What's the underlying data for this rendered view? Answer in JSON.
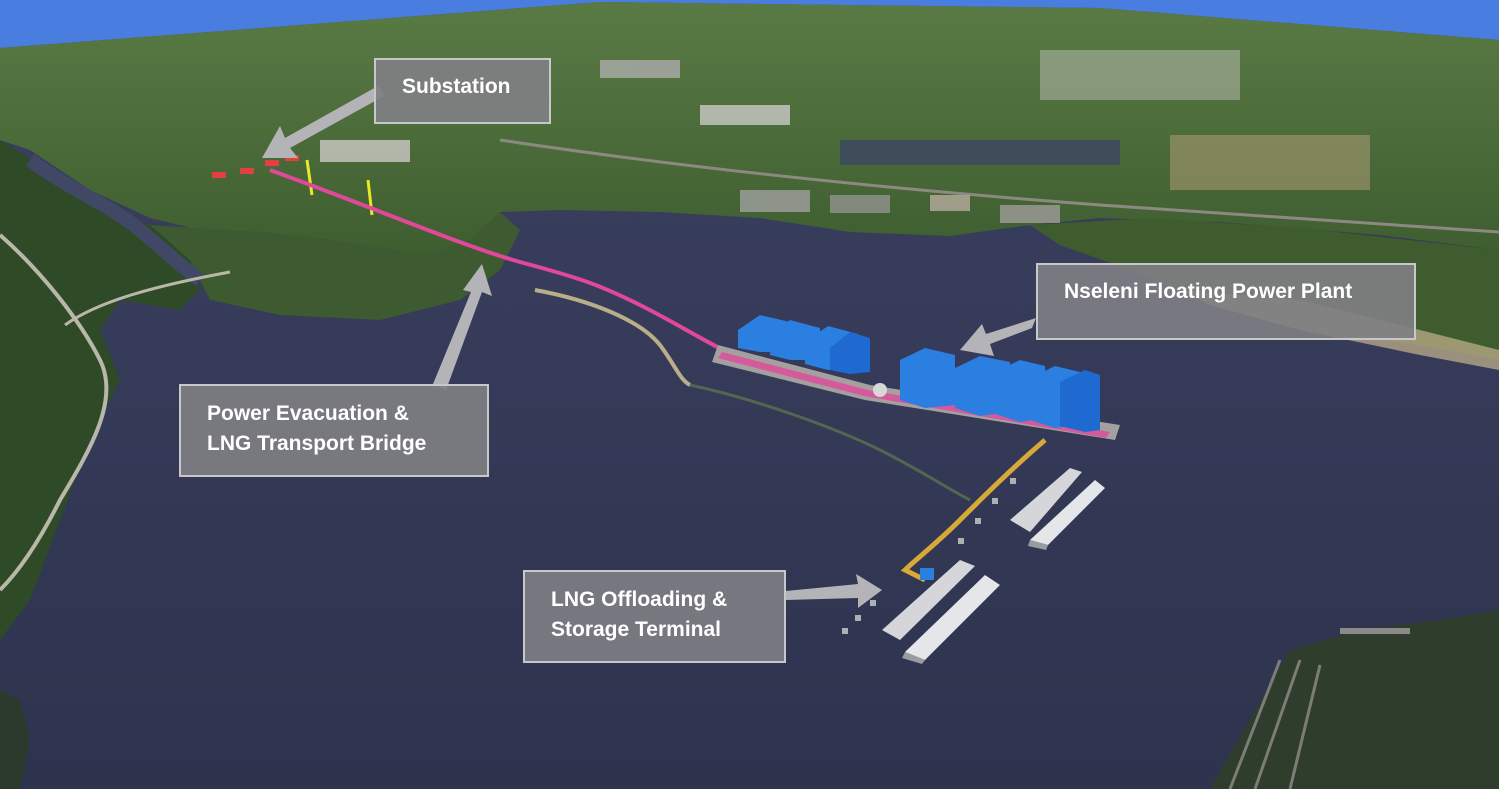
{
  "callouts": {
    "substation": "Substation",
    "floating_power_plant": "Nseleni Floating Power Plant",
    "bridge_line1": "Power Evacuation &",
    "bridge_line2": "LNG Transport Bridge",
    "terminal_line1": "LNG Offloading &",
    "terminal_line2": "Storage Terminal"
  },
  "colors": {
    "water": "#363c5c",
    "land": "#4a6a38",
    "sky": "#4a7de0",
    "bridge": "#e0489a",
    "modules": "#2a7fe0",
    "walkway": "#d8a838",
    "callout_fill": "#808084",
    "arrow": "#b4b4b8"
  }
}
